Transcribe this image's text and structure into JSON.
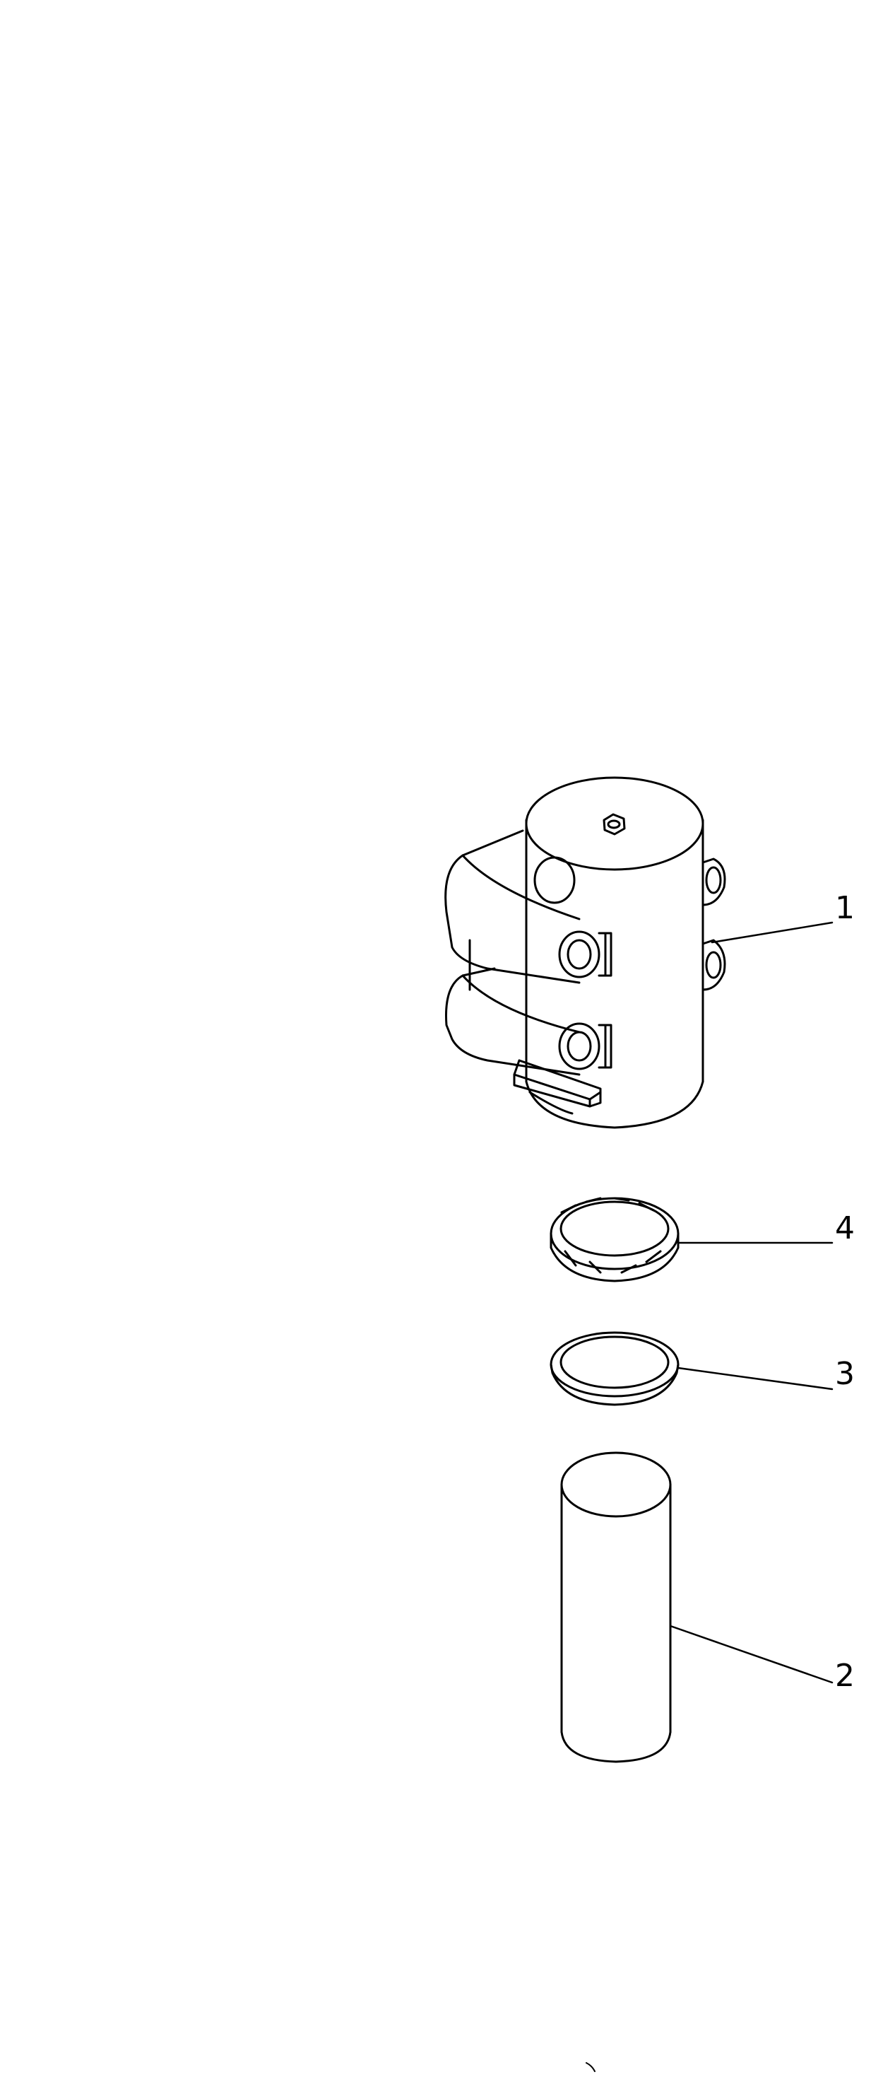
{
  "diagram": {
    "callouts": [
      {
        "id": "1",
        "label": "1",
        "part": "swivel-joint-housing"
      },
      {
        "id": "4",
        "label": "4",
        "part": "slotted-ring"
      },
      {
        "id": "3",
        "label": "3",
        "part": "seal-ring"
      },
      {
        "id": "2",
        "label": "2",
        "part": "cylindrical-shaft"
      }
    ],
    "line_color": "#000000",
    "background_color": "#ffffff"
  }
}
